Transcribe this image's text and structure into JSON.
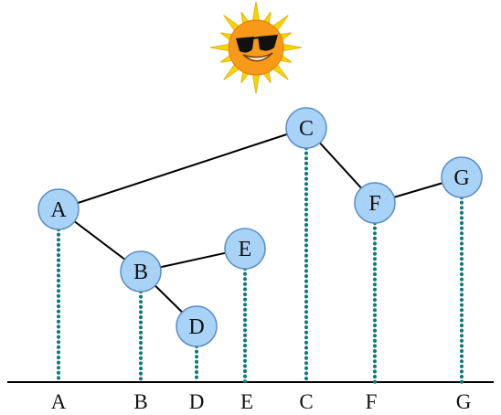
{
  "colors": {
    "node_fill": "#a9d3f6",
    "node_stroke": "#5a8fc8",
    "edge": "#000000",
    "dotted_line": "#0c7a78",
    "baseline": "#000000",
    "sun_rays": "#f7d600",
    "sun_face": "#f79a1a",
    "sunglasses": "#111111"
  },
  "sun": {
    "icon": "sun-with-sunglasses-icon"
  },
  "nodes": [
    {
      "id": "A",
      "label": "A"
    },
    {
      "id": "B",
      "label": "B"
    },
    {
      "id": "C",
      "label": "C"
    },
    {
      "id": "D",
      "label": "D"
    },
    {
      "id": "E",
      "label": "E"
    },
    {
      "id": "F",
      "label": "F"
    },
    {
      "id": "G",
      "label": "G"
    }
  ],
  "edges": [
    [
      "A",
      "C"
    ],
    [
      "A",
      "B"
    ],
    [
      "B",
      "E"
    ],
    [
      "B",
      "D"
    ],
    [
      "C",
      "F"
    ],
    [
      "F",
      "G"
    ]
  ],
  "axis_labels": [
    "A",
    "B",
    "D",
    "E",
    "C",
    "F",
    "G"
  ]
}
